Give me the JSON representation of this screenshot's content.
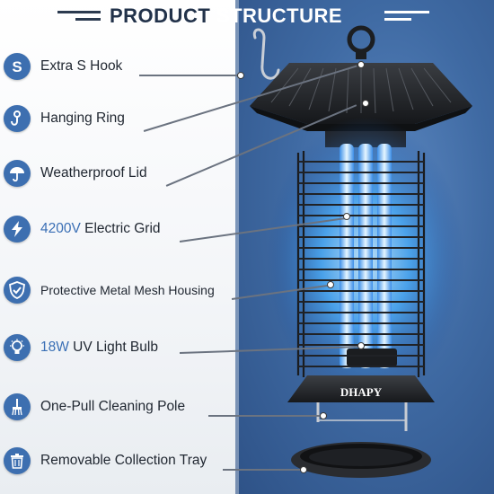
{
  "title": {
    "part1": "PRODUCT ",
    "part2": "STRUCTURE"
  },
  "brand": "DHAPY",
  "features": [
    {
      "icon": "s-letter-icon",
      "prefix": "",
      "label": "Extra S Hook"
    },
    {
      "icon": "hook-icon",
      "prefix": "",
      "label": "Hanging Ring"
    },
    {
      "icon": "umbrella-icon",
      "prefix": "",
      "label": "Weatherproof Lid"
    },
    {
      "icon": "lightning-icon",
      "prefix": "4200V",
      "label": " Electric Grid"
    },
    {
      "icon": "shield-icon",
      "prefix": "",
      "label": "Protective Metal Mesh Housing"
    },
    {
      "icon": "bulb-icon",
      "prefix": "18W",
      "label": " UV Light Bulb"
    },
    {
      "icon": "brush-icon",
      "prefix": "",
      "label": "One-Pull Cleaning Pole"
    },
    {
      "icon": "trash-icon",
      "prefix": "",
      "label": "Removable Collection Tray"
    }
  ],
  "colors": {
    "accent": "#3a6fb5",
    "dark": "#22324a",
    "blue_bg": "#3f6aa3"
  }
}
